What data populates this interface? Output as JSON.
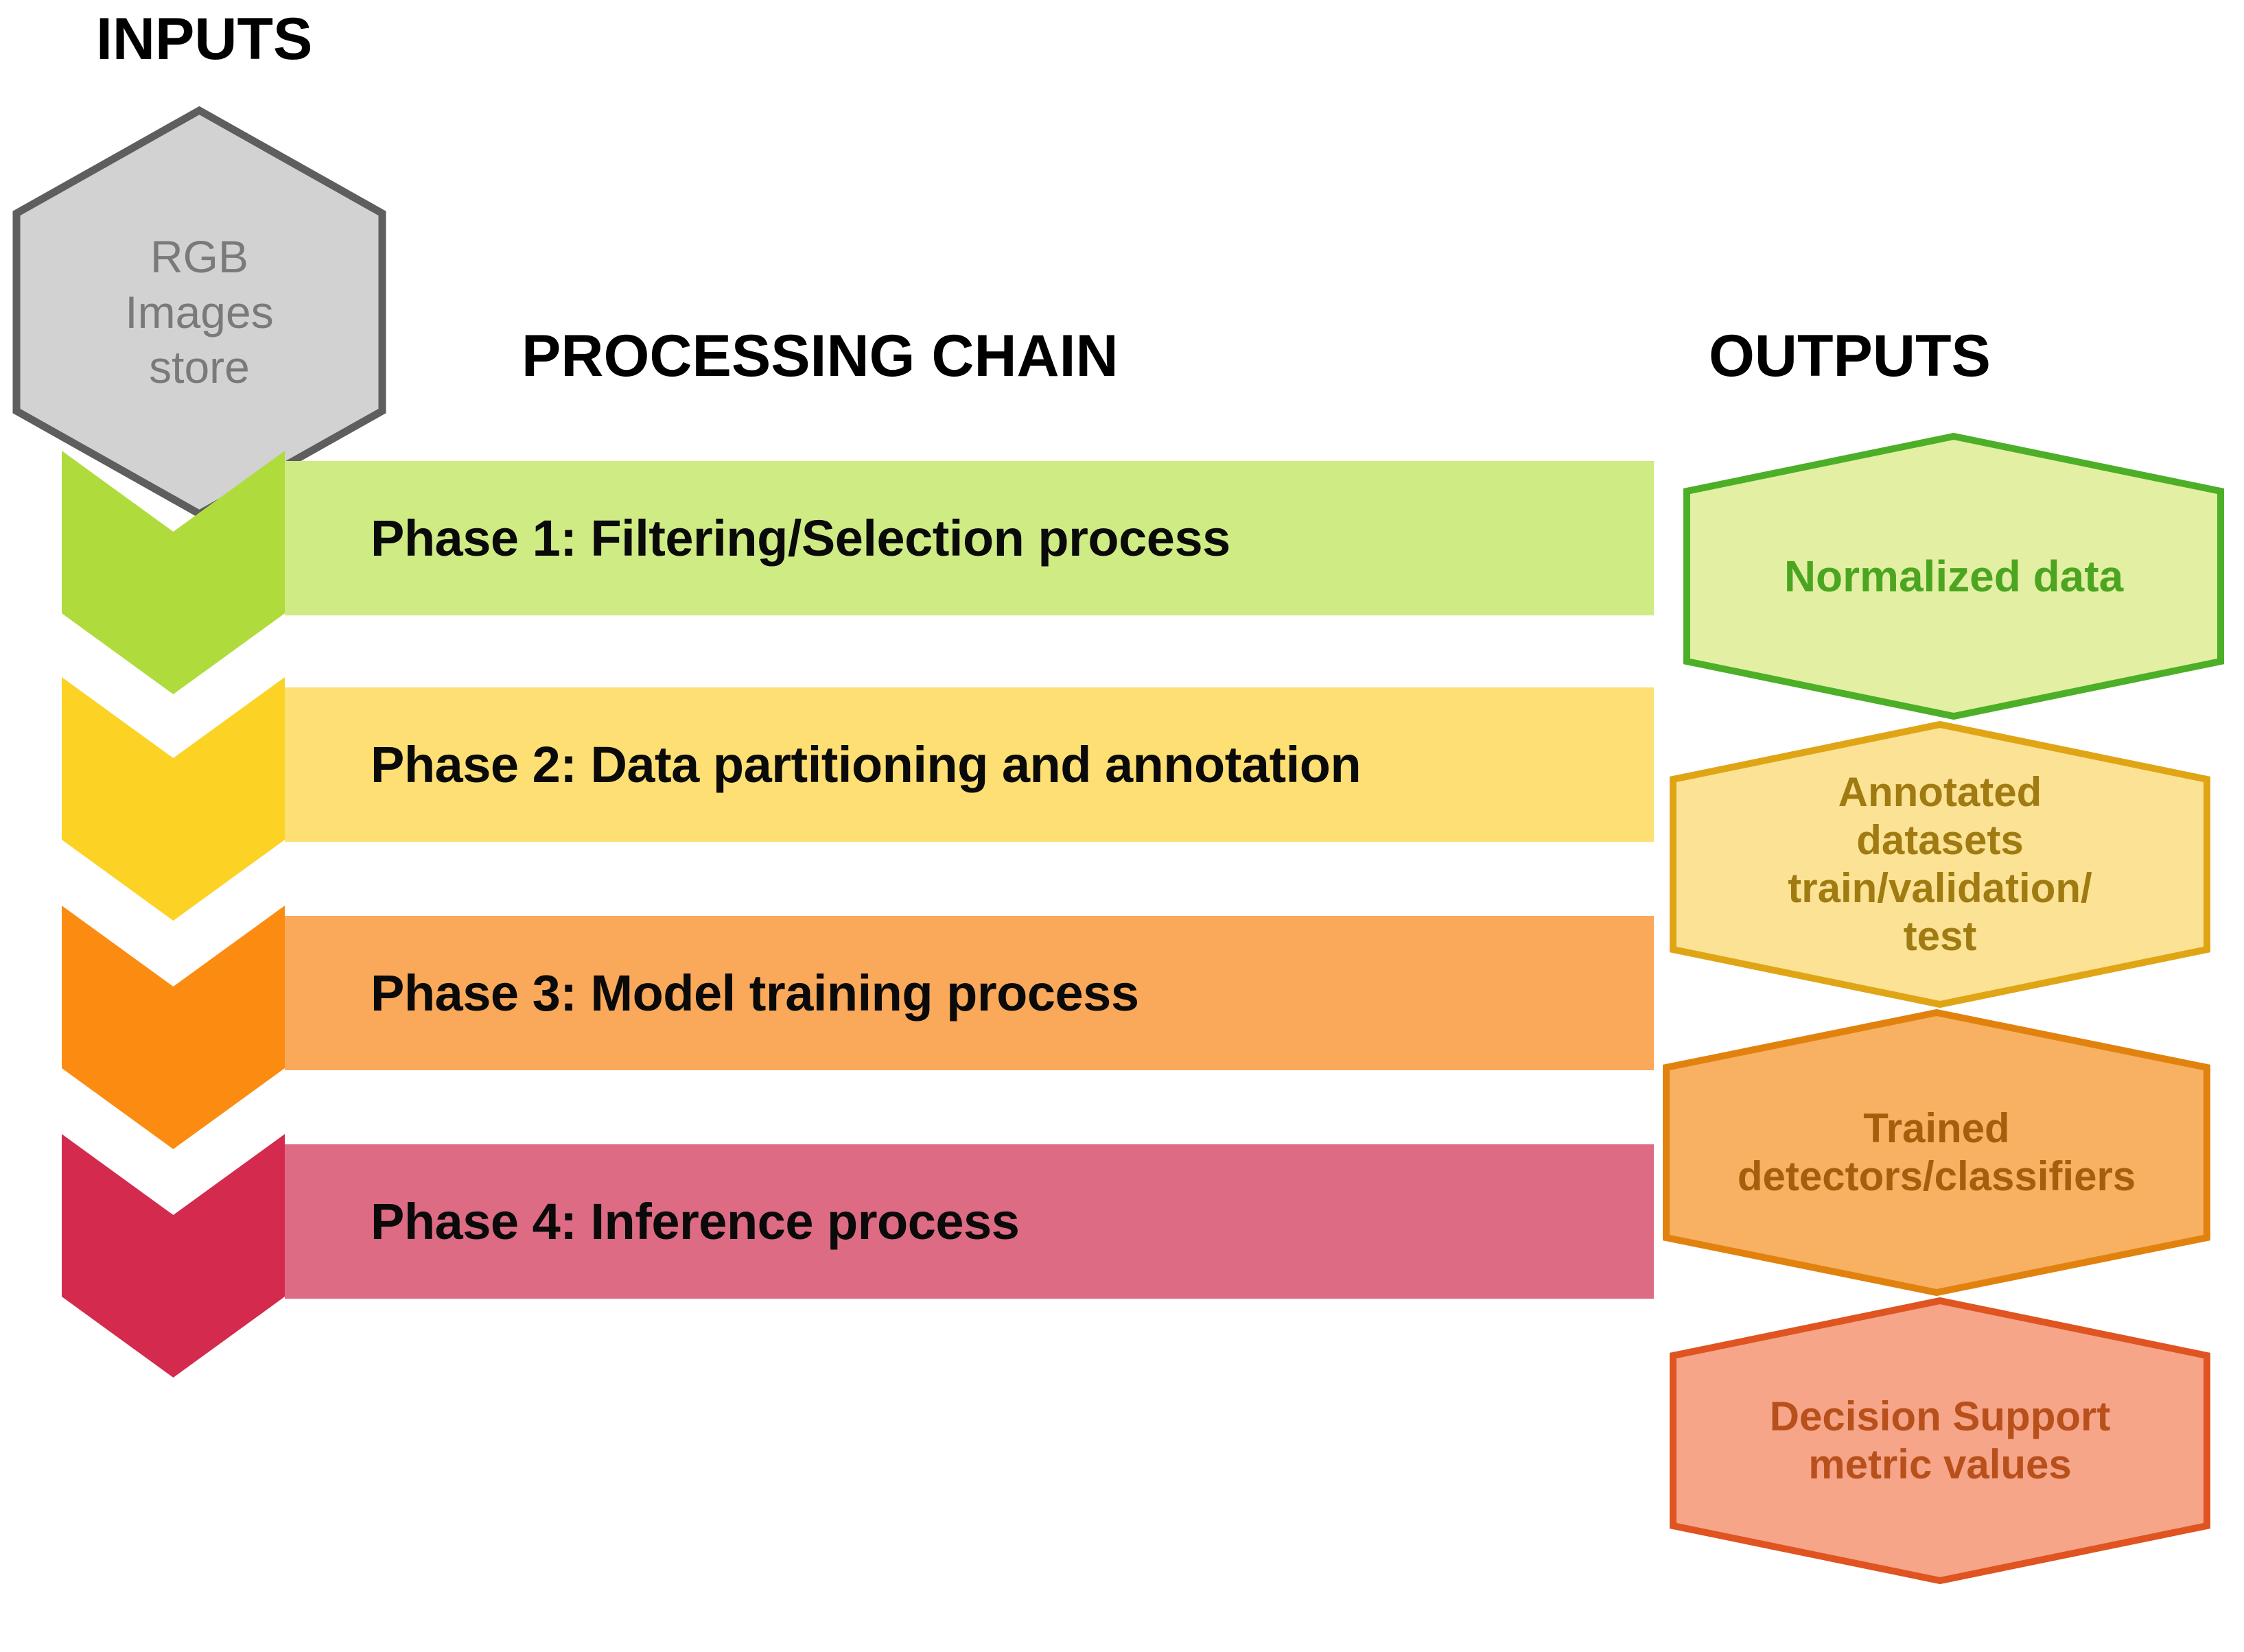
{
  "headings": {
    "inputs": "INPUTS",
    "processing": "PROCESSING CHAIN",
    "outputs": "OUTPUTS"
  },
  "input_node": {
    "name": "rgb-images-store",
    "lines": [
      "RGB",
      "Images",
      "store"
    ],
    "fill": "#D2D2D2",
    "stroke": "#5E5E5E",
    "text_color": "#7A7A7A"
  },
  "phases": [
    {
      "label": "Phase 1: Filtering/Selection process",
      "chevron_color": "#B0DB3C",
      "bar_color": "#CFEB84",
      "text_color": "#0A0A0A"
    },
    {
      "label": "Phase 2: Data partitioning and annotation",
      "chevron_color": "#FCD224",
      "bar_color": "#FDDF74",
      "text_color": "#0A0A0A"
    },
    {
      "label": "Phase 3: Model training process",
      "chevron_color": "#FB8C11",
      "bar_color": "#FAA85A",
      "text_color": "#0A0A0A"
    },
    {
      "label": "Phase 4: Inference process",
      "chevron_color": "#D32A4E",
      "bar_color": "#DD6B83",
      "text_color": "#0A0A0A"
    }
  ],
  "outputs": [
    {
      "name": "normalized-data",
      "lines": [
        "Normalized data"
      ],
      "fill": "#E3EFA3",
      "stroke": "#4CAF27",
      "text_color": "#4CA520",
      "font_size": "64px"
    },
    {
      "name": "annotated-datasets",
      "lines": [
        "Annotated",
        "datasets",
        "train/validation/",
        "test"
      ],
      "fill": "#FCE294",
      "stroke": "#E0A515",
      "text_color": "#A07B12",
      "font_size": "60px"
    },
    {
      "name": "trained-detectors-classifiers",
      "lines": [
        "Trained",
        "detectors/classifiers"
      ],
      "fill": "#F8B062",
      "stroke": "#E2820E",
      "text_color": "#A55F0C",
      "font_size": "60px"
    },
    {
      "name": "decision-support-metric-values",
      "lines": [
        "Decision Support",
        "metric values"
      ],
      "fill": "#F6A588",
      "stroke": "#DF5420",
      "text_color": "#B8501C",
      "font_size": "60px"
    }
  ],
  "colors": {
    "background": "#FFFFFF",
    "heading": "#000000"
  }
}
